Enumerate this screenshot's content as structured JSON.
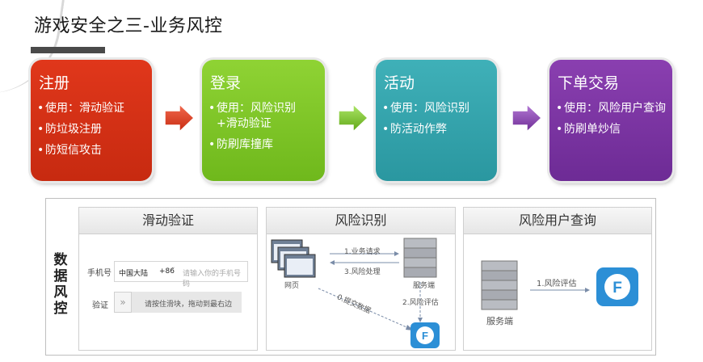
{
  "title": "游戏安全之三-业务风控",
  "stages": [
    {
      "title": "注册",
      "color": "#d3301a",
      "items": [
        "使用：滑动验证",
        "防垃圾注册",
        "防短信攻击"
      ]
    },
    {
      "title": "登录",
      "color": "#7cc526",
      "items": [
        "使用：风险识别 +滑动验证",
        "防刷库撞库"
      ]
    },
    {
      "title": "活动",
      "color": "#33a3ac",
      "items": [
        "使用：风险识别",
        "防活动作弊"
      ]
    },
    {
      "title": "下单交易",
      "color": "#7c35a3",
      "items": [
        "使用：风险用户查询",
        "防刷单炒信"
      ]
    }
  ],
  "bottom": {
    "side_label": "数据风控",
    "slide_verify": {
      "header": "滑动验证",
      "phone_label": "手机号",
      "region": "中国大陆",
      "code": "+86",
      "phone_placeholder": "请输入你的手机号码",
      "verify_label": "验证",
      "slider_knob": "»",
      "slider_text": "请按住滑块，拖动到最右边"
    },
    "risk_identify": {
      "header": "风险识别",
      "web_label": "网页",
      "server_label": "服务端",
      "step1": "1.业务请求",
      "step3": "3.风险处理",
      "step0": "0.提交数据",
      "step2": "2.风险评估"
    },
    "risk_user_query": {
      "header": "风险用户查询",
      "server_label": "服务端",
      "step1": "1.风险评估"
    }
  }
}
